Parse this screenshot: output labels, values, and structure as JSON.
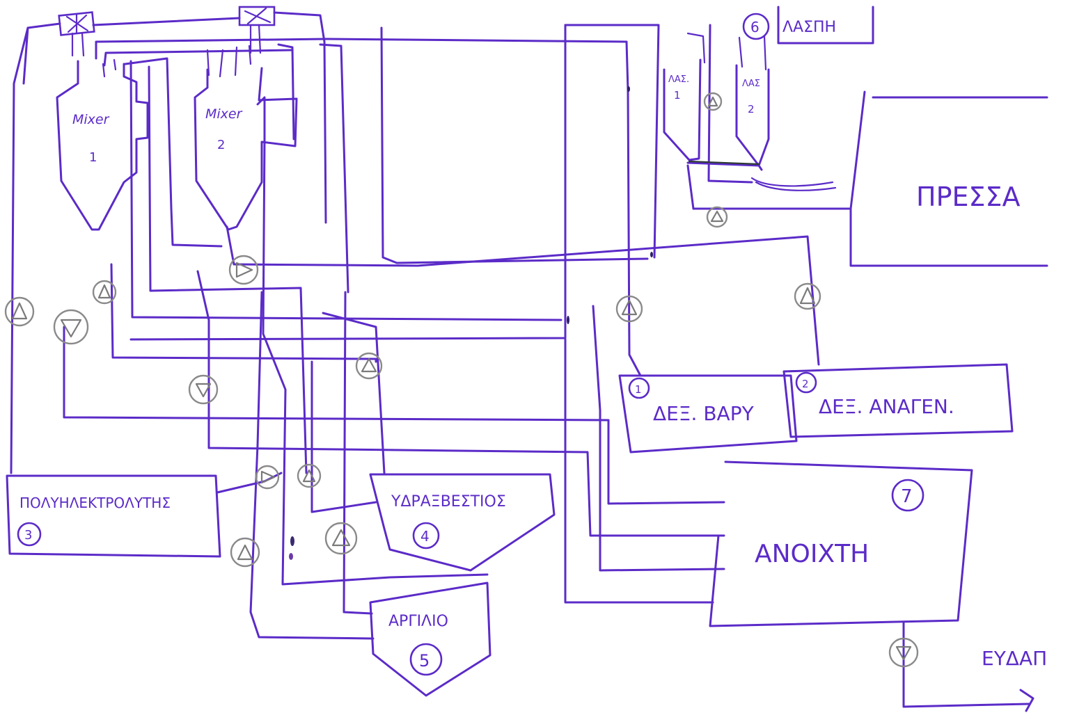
{
  "labels": {
    "mixer1_a": "Mixer",
    "mixer1_b": "1",
    "mixer2_a": "Mixer",
    "mixer2_b": "2",
    "tank6_title": "ΛΑΣΠΗ",
    "tank6_num": "6",
    "silo1_a": "ΛΑΣ.",
    "silo1_b": "1",
    "silo2_a": "ΛΑΣ",
    "silo2_b": "2",
    "press": "ΠΡΕΣΣΑ",
    "tank1_num": "1",
    "tank1_label": "ΔΕΞ. ΒΑΡΥ",
    "tank2_num": "2",
    "tank2_label": "ΔΕΞ. ΑΝΑΓΕΝ.",
    "tank3_label": "ΠΟΛΥΗΛΕΚΤΡΟΛΥΤΗΣ",
    "tank3_num": "3",
    "tank4_label": "ΥΔΡΑΞΒΕΣΤΙΟΣ",
    "tank4_num": "4",
    "tank5_label": "ΑΡΓΙΛΙΟ",
    "tank5_num": "5",
    "tank7_label": "ΑΝΟΙΧΤΗ",
    "tank7_num": "7",
    "outflow": "ΕΥΔΑΠ"
  }
}
